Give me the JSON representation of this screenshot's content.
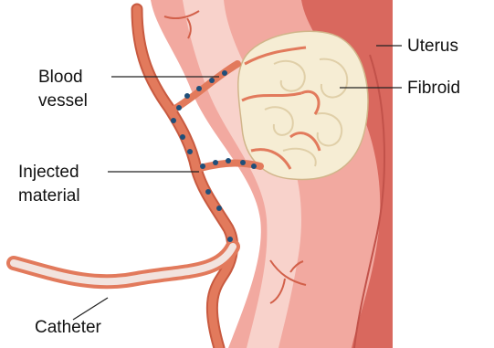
{
  "labels": {
    "uterus": "Uterus",
    "fibroid": "Fibroid",
    "blood_vessel_line1": "Blood",
    "blood_vessel_line2": "vessel",
    "injected_material_line1": "Injected",
    "injected_material_line2": "material",
    "catheter": "Catheter"
  },
  "colors": {
    "uterus_outer": "#d9685e",
    "uterus_mid": "#f2a9a0",
    "uterus_inner": "#f8d2cb",
    "vessel": "#e27a5c",
    "vessel_edge": "#c85a40",
    "fibroid_fill": "#f6edd4",
    "fibroid_swirl": "#e0cfa8",
    "particle": "#1f4f7a",
    "catheter_outer": "#e27a5c",
    "catheter_inner": "#f2e3de"
  }
}
